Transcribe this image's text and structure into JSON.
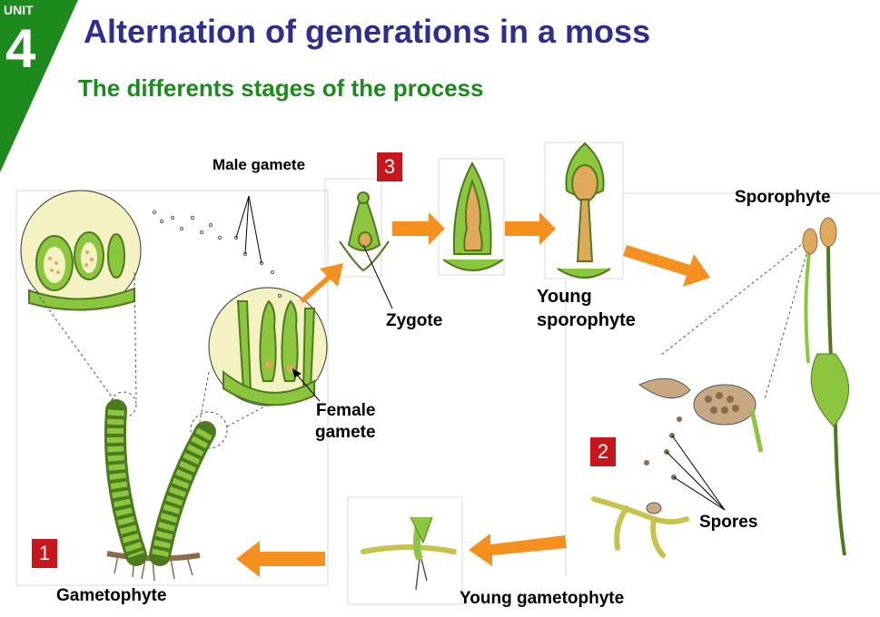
{
  "header": {
    "unit_label": "UNIT",
    "unit_number": "4",
    "title": "Alternation of generations in a moss",
    "subtitle": "The differents stages of the process"
  },
  "labels": {
    "male_gamete": "Male gamete",
    "zygote": "Zygote",
    "young_sporophyte_line1": "Young",
    "young_sporophyte_line2": "sporophyte",
    "sporophyte": "Sporophyte",
    "female_gamete_line1": "Female",
    "female_gamete_line2": "gamete",
    "spores": "Spores",
    "gametophyte": "Gametophyte",
    "young_gametophyte": "Young gametophyte"
  },
  "stage_numbers": [
    "1",
    "2",
    "3"
  ],
  "colors": {
    "title": "#2e2e8c",
    "subtitle": "#1c8a1c",
    "unit_badge": "#1c8a1c",
    "stage_box": "#c8161d",
    "arrow": "#f5901e",
    "plant_green": "#8cc63f",
    "plant_dark": "#4e7a1e",
    "capsule": "#e0a85a"
  }
}
